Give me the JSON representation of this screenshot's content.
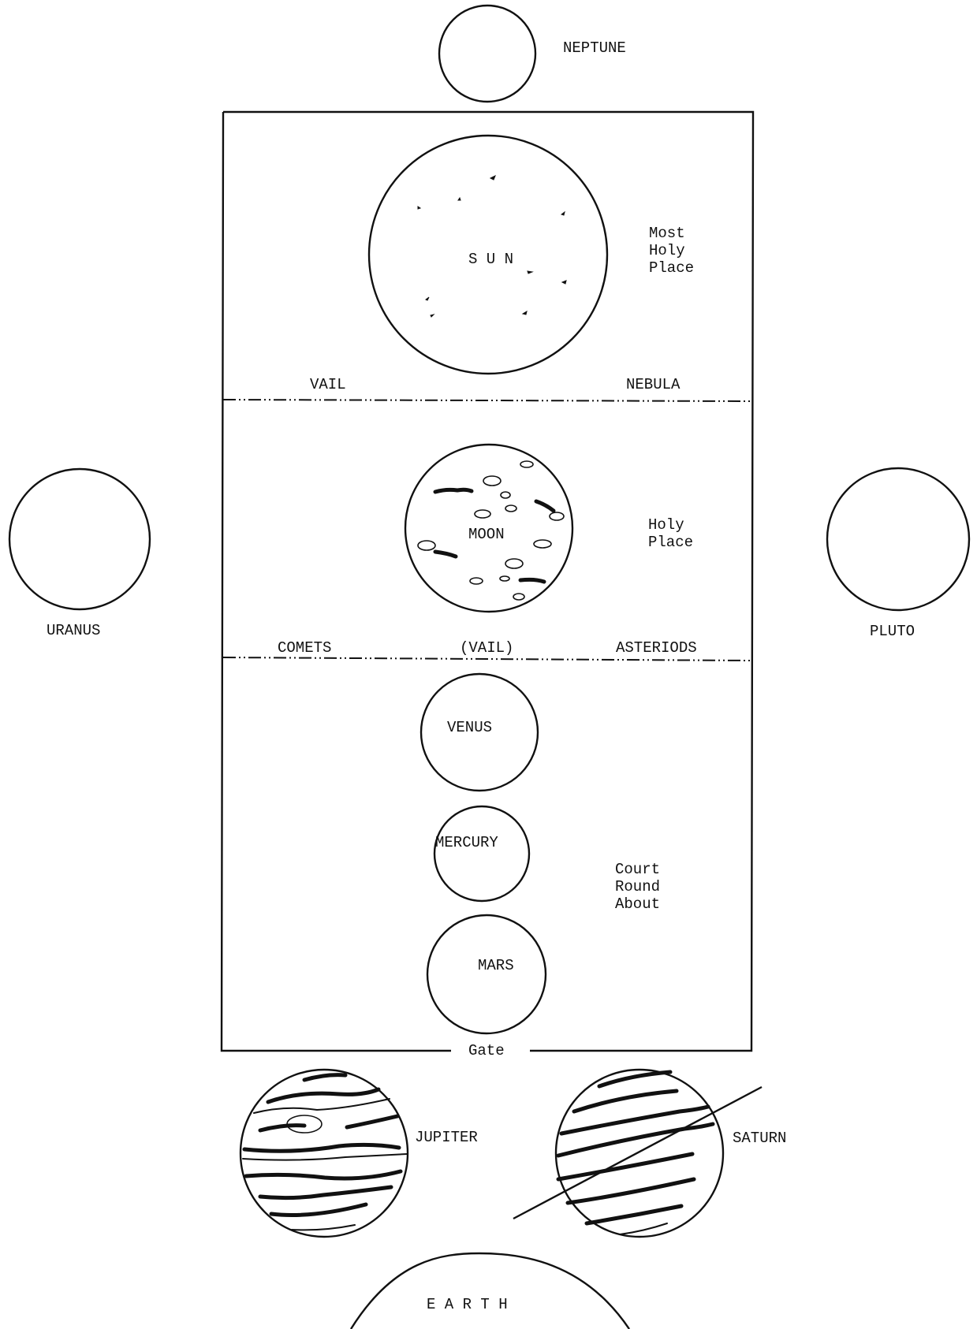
{
  "planets": {
    "neptune": "NEPTUNE",
    "sun": "S U N",
    "moon": "MOON",
    "uranus": "URANUS",
    "pluto": "PLUTO",
    "venus": "VENUS",
    "mercury": "MERCURY",
    "mars": "MARS",
    "jupiter": "JUPITER",
    "saturn": "SATURN",
    "earth": "E A R T H"
  },
  "regions": {
    "most_holy_place": [
      "Most",
      "Holy",
      "Place"
    ],
    "holy_place": [
      "Holy",
      "Place"
    ],
    "court_round_about": [
      "Court",
      "Round",
      "About"
    ]
  },
  "dividers": {
    "upper_left": "VAIL",
    "upper_right": "NEBULA",
    "lower_left": "COMETS",
    "lower_center": "(VAIL)",
    "lower_right": "ASTERIODS"
  },
  "gate": "Gate"
}
